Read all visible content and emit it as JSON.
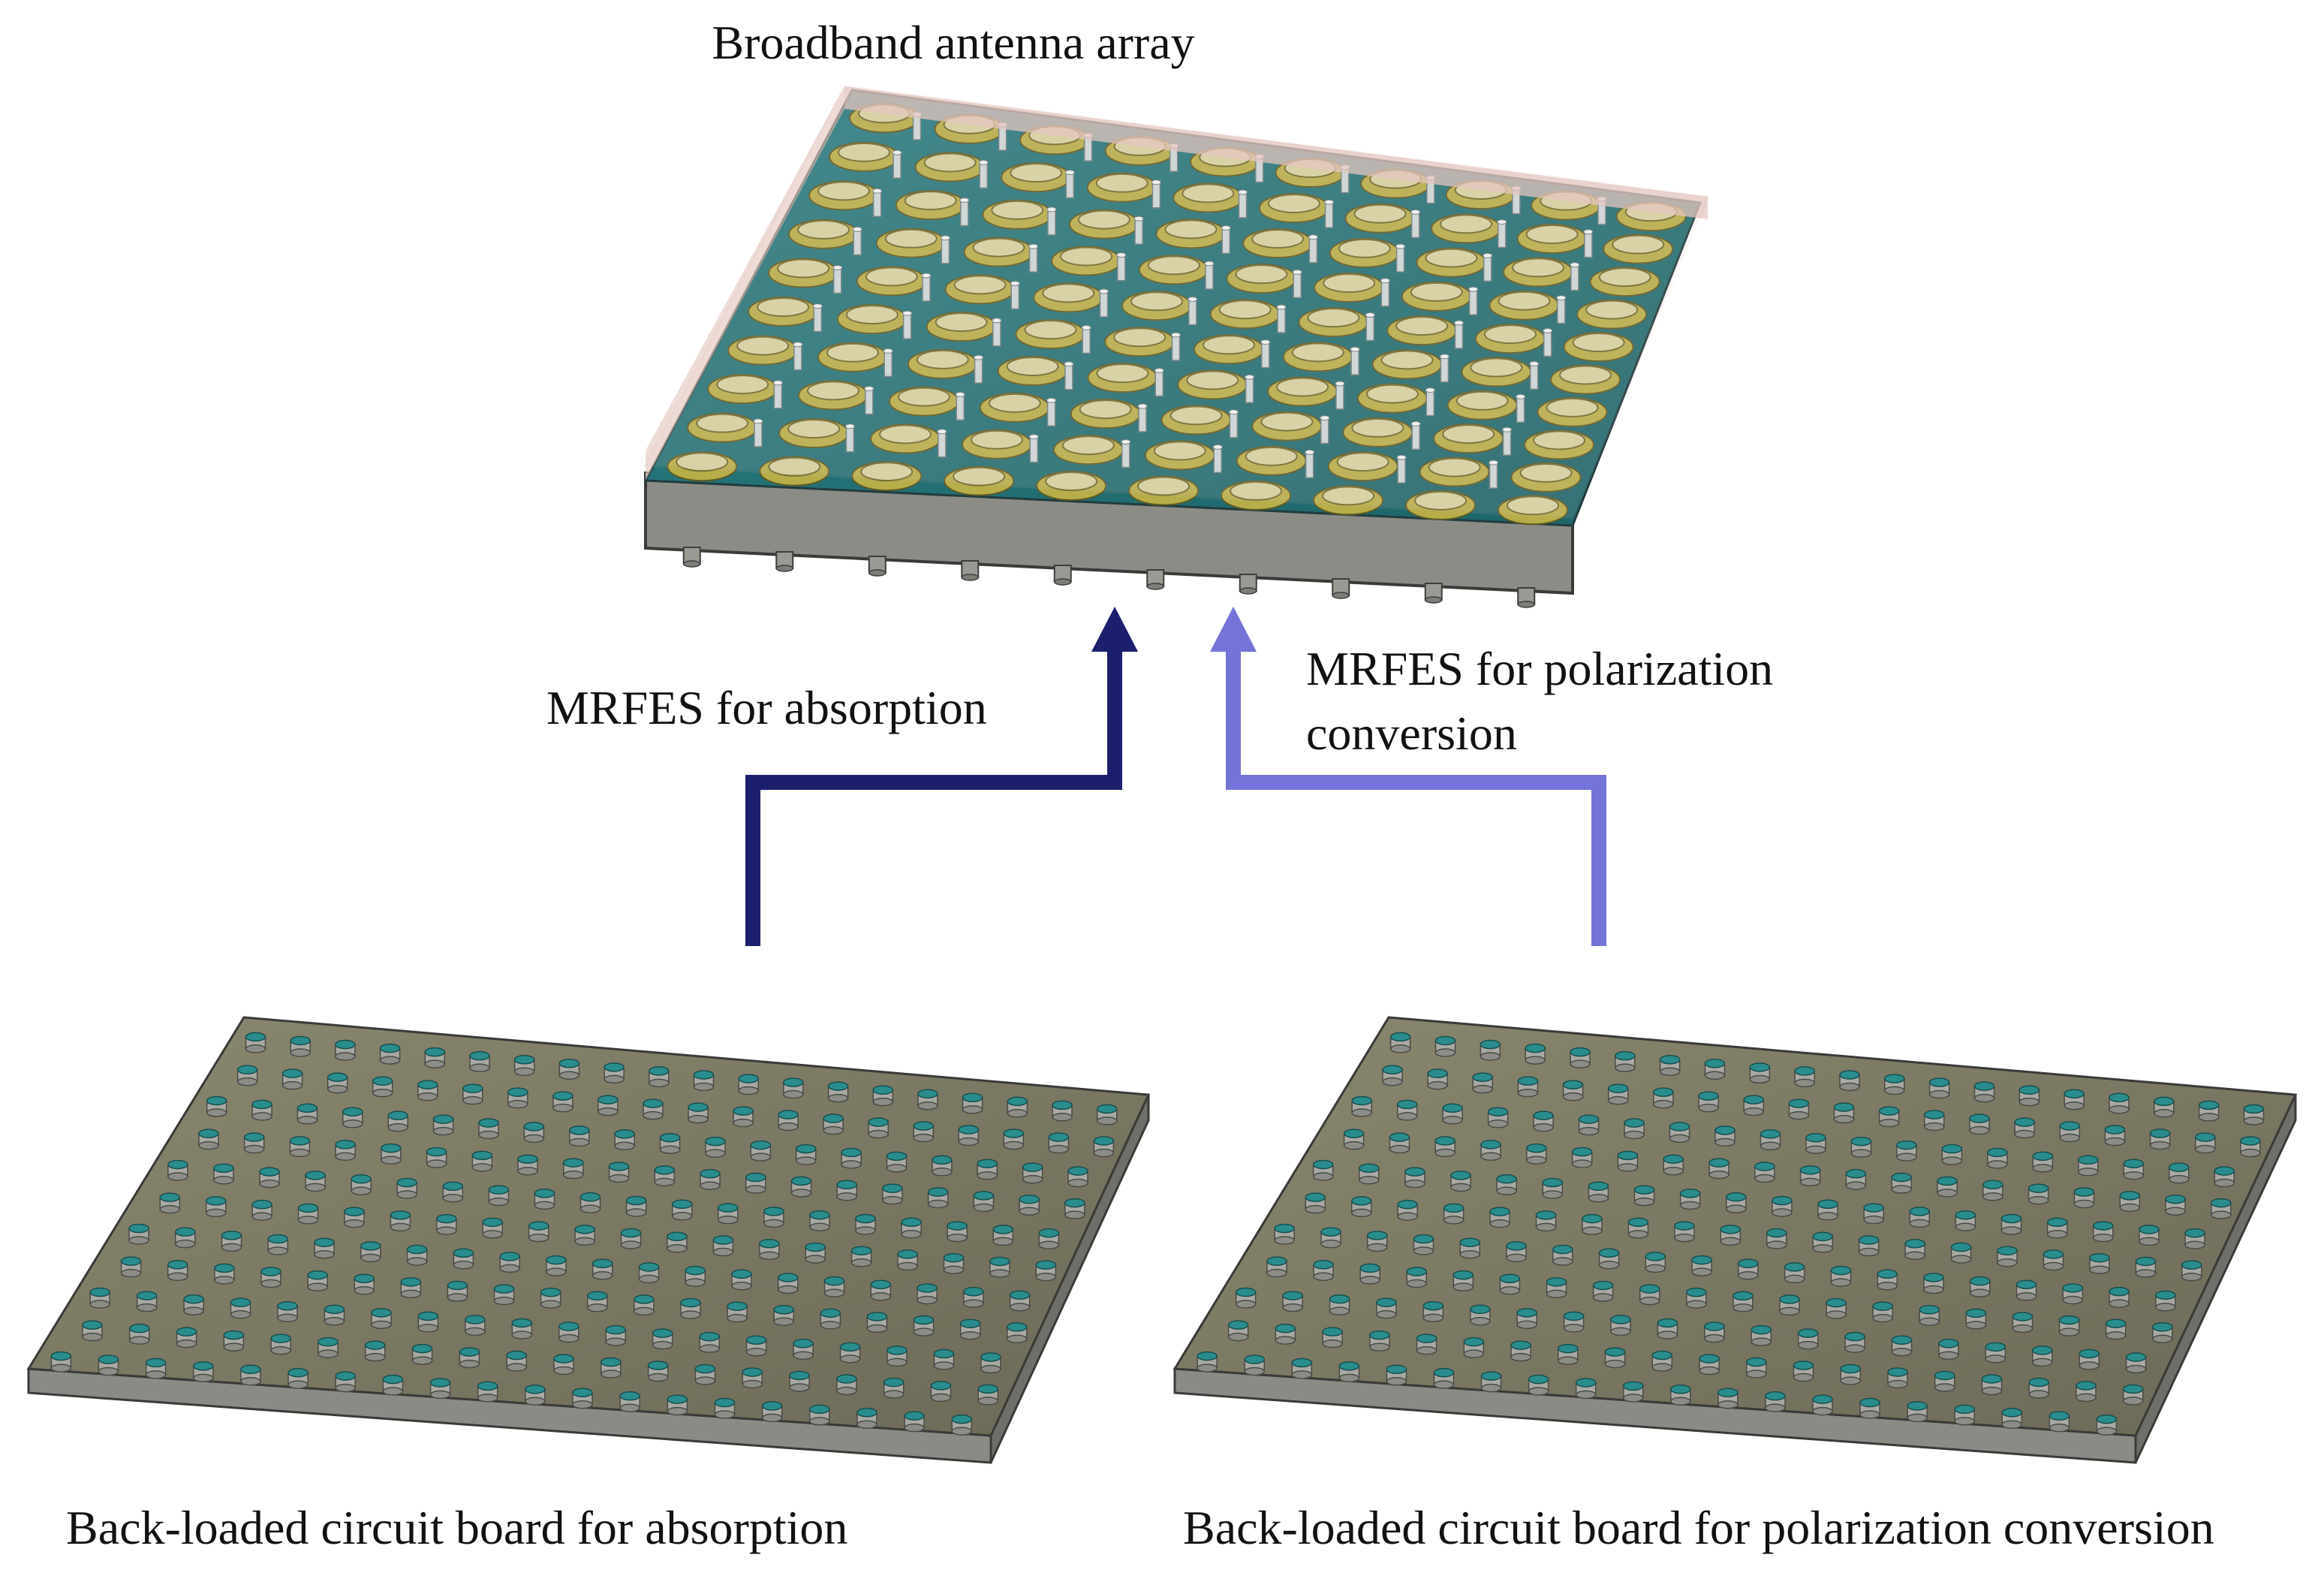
{
  "texts": {
    "title": "Broadband antenna array",
    "mrfes_absorption": "MRFES for absorption",
    "mrfes_polarization_line1": "MRFES for polarization",
    "mrfes_polarization_line2": "conversion",
    "caption_left": "Back-loaded circuit board for absorption",
    "caption_right": "Back-loaded circuit board for polarization conversion"
  },
  "colors": {
    "arrow_absorption": "#1c1f6e",
    "arrow_polarization": "#7474d8",
    "board_top": "#77745f",
    "board_side": "#8b8b86",
    "board_edge": "#3a3a38",
    "via_cap": "#2a8d8d",
    "patch_teal": "#1f7a7a",
    "ring_gold": "#b7ae4a",
    "radome": "#e3c4bd"
  },
  "icons": [
    "antenna-array-icon",
    "circuit-board-icon",
    "arrow-up-icon"
  ]
}
